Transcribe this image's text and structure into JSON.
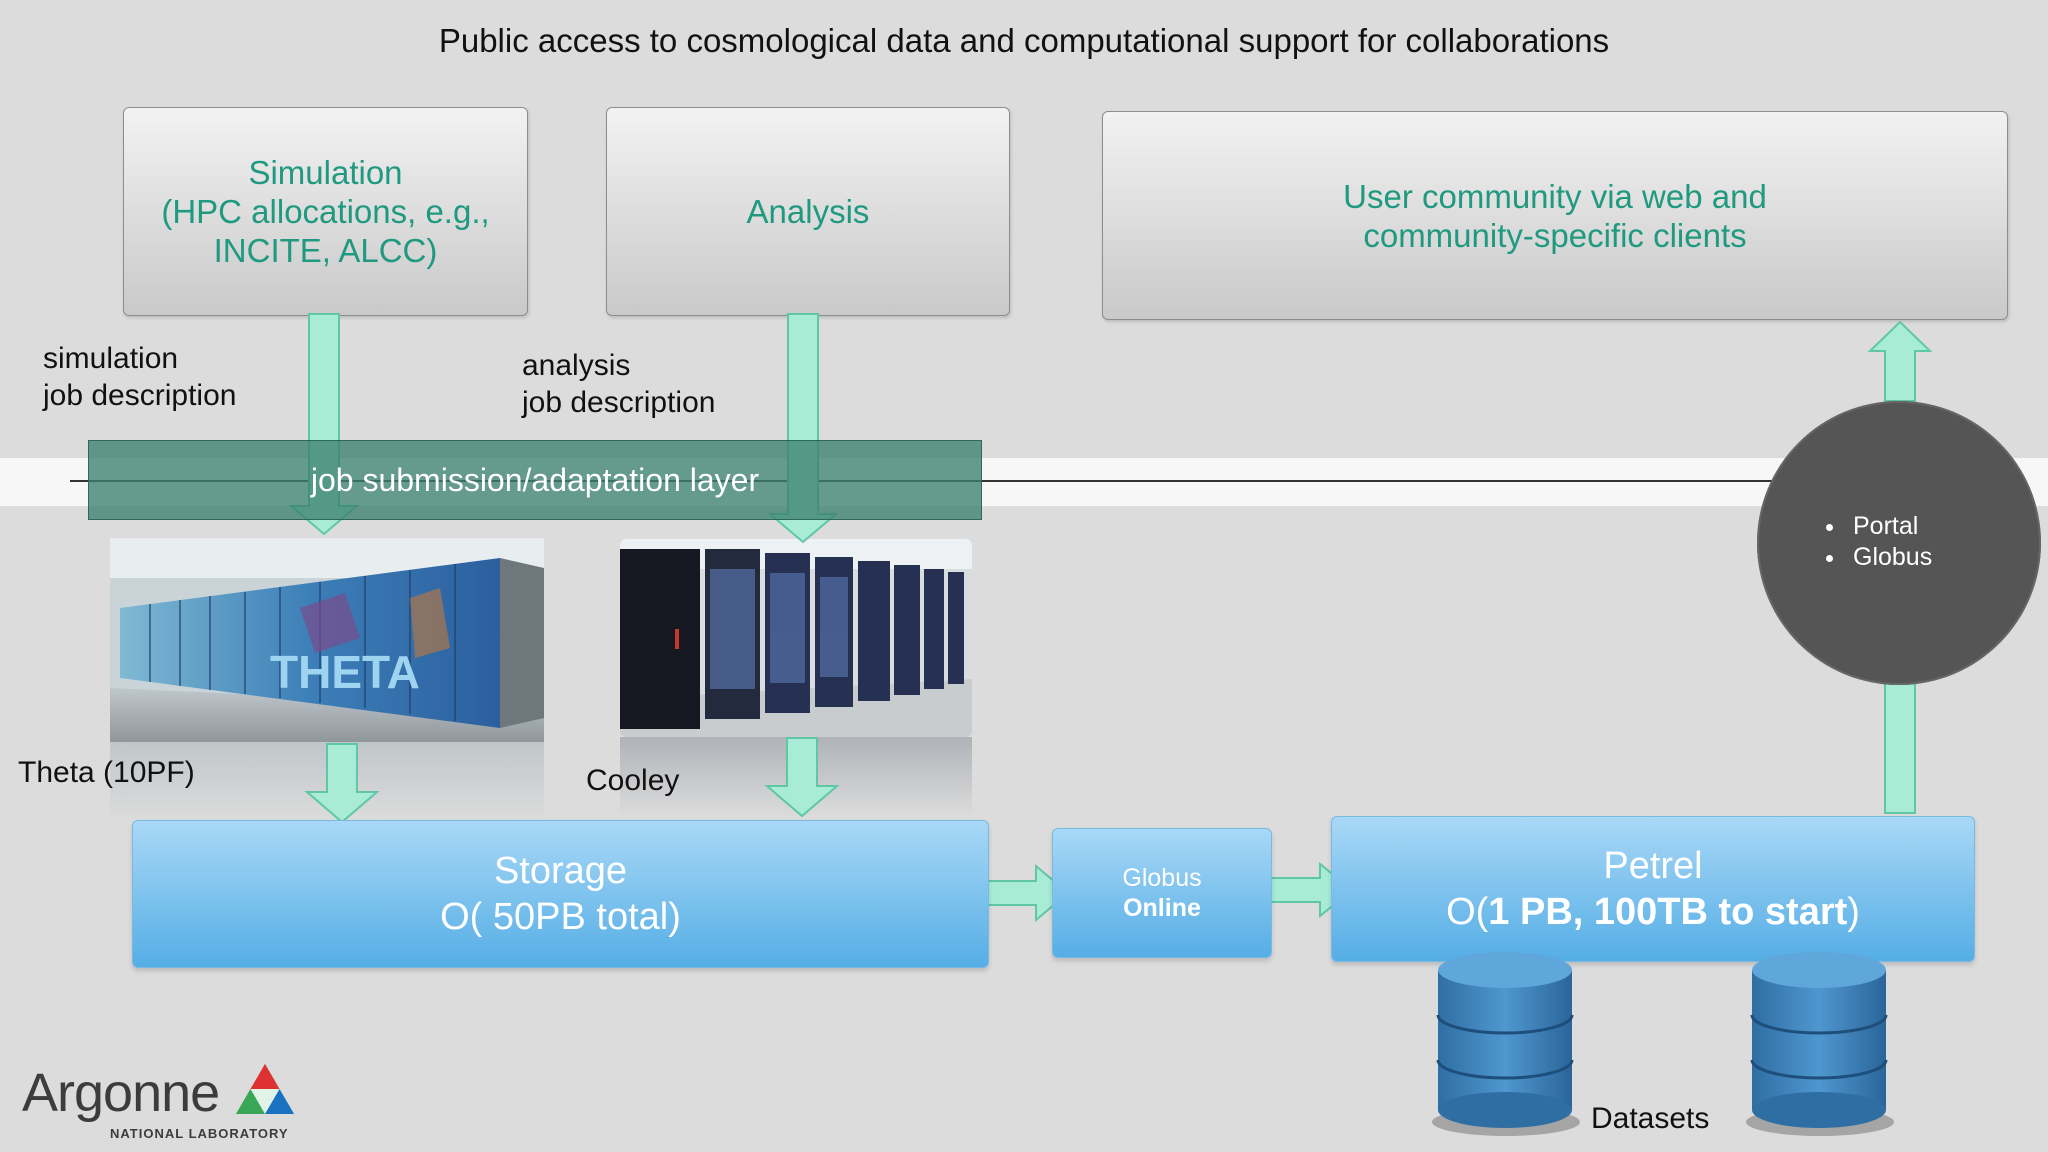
{
  "title": "Public access to cosmological data and computational support for collaborations",
  "boxes": {
    "simulation": [
      "Simulation",
      "(HPC allocations, e.g.,",
      "INCITE, ALCC)"
    ],
    "analysis": "Analysis",
    "user_community": [
      "User community via web and",
      "community-specific clients"
    ]
  },
  "labels": {
    "simulation_job": "simulation\njob description",
    "analysis_job": "analysis\njob description",
    "layer": "job submission/adaptation layer",
    "theta": "Theta (10PF)",
    "cooley": "Cooley",
    "datasets": "Datasets"
  },
  "storage": {
    "line1": "Storage",
    "line2": "O( 50PB total)"
  },
  "globus_online": {
    "line1": "Globus",
    "line2": "Online"
  },
  "petrel": {
    "line1": "Petrel",
    "line2_prefix": "O(",
    "line2_bold": "1 PB, 100TB to start",
    "line2_suffix": ")"
  },
  "circle_items": [
    "Portal",
    "Globus"
  ],
  "photo_text": {
    "theta": "THETA"
  },
  "logo": {
    "name": "Argonne",
    "sub": "NATIONAL LABORATORY"
  },
  "colors": {
    "teal_text": "#1f9a80",
    "arrow_fill": "#a8ecd6",
    "arrow_stroke": "#5fc7a6",
    "layer": "#3c826e",
    "blue_box": "#6bb8ea",
    "circle": "#555555"
  }
}
